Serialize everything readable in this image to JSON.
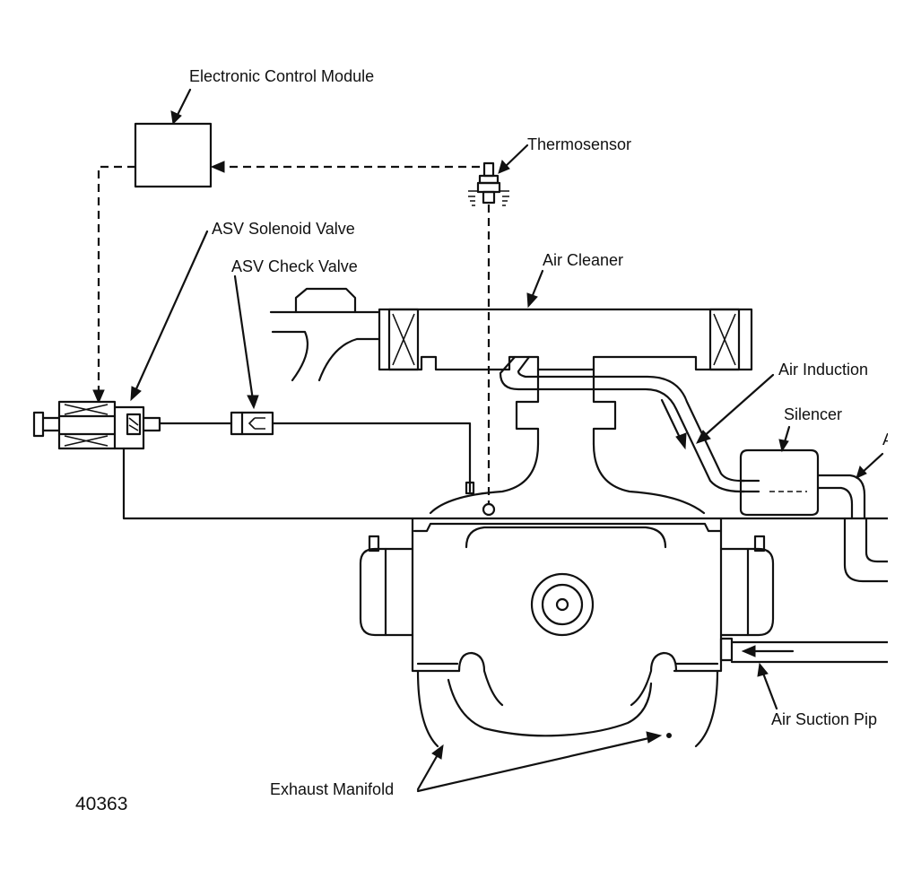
{
  "labels": {
    "ecm": "Electronic Control Module",
    "thermosensor": "Thermosensor",
    "asv_solenoid": "ASV Solenoid Valve",
    "asv_check": "ASV Check Valve",
    "air_cleaner": "Air Cleaner",
    "air_induction": "Air Induction",
    "silencer": "Silencer",
    "air_suction_pipe": "Air Suction Pip",
    "exhaust_manifold": "Exhaust Manifold",
    "cut_letter": "A"
  },
  "figure_number": "40363"
}
